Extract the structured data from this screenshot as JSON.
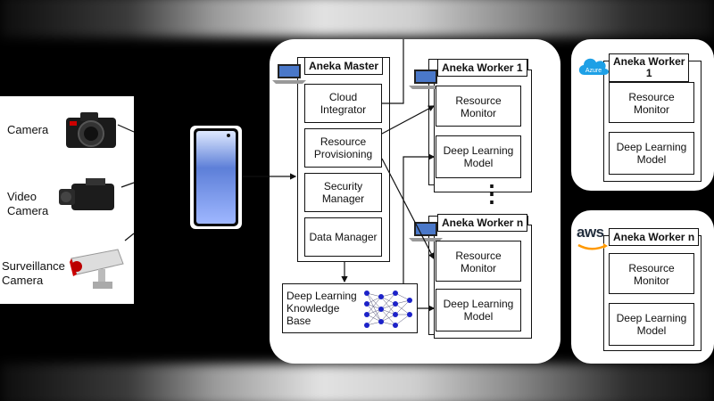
{
  "devices": {
    "camera_label": "Camera",
    "video_camera_label": "Video\nCamera",
    "surveillance_label": "Surveillance\nCamera"
  },
  "master": {
    "title": "Aneka Master",
    "modules": [
      "Cloud\nIntegrator",
      "Resource\nProvisioning",
      "Security\nManager",
      "Data Manager"
    ]
  },
  "worker_1": {
    "title": "Aneka Worker 1",
    "modules": [
      "Resource\nMonitor",
      "Deep Learning\nModel"
    ]
  },
  "worker_n": {
    "title": "Aneka Worker n",
    "modules": [
      "Resource\nMonitor",
      "Deep Learning\nModel"
    ]
  },
  "ellipsis": "⋮",
  "knowledge_base": {
    "label": "Deep Learning\nKnowledge\nBase"
  },
  "azure_worker": {
    "logo_text": "Azure",
    "title": "Aneka Worker\n1",
    "modules": [
      "Resource\nMonitor",
      "Deep Learning\nModel"
    ]
  },
  "aws_worker": {
    "logo_text": "aws",
    "title": "Aneka Worker n",
    "modules": [
      "Resource\nMonitor",
      "Deep Learning\nModel"
    ]
  }
}
